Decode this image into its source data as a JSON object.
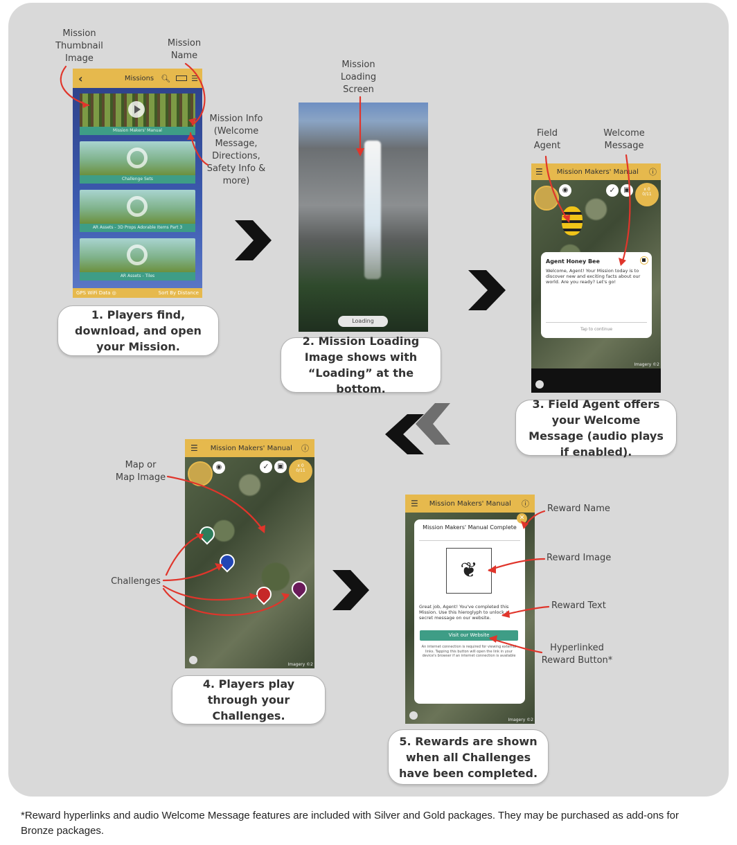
{
  "labels": {
    "thumb": "Mission\nThumbnail\nImage",
    "mission_name": "Mission\nName",
    "mission_info": "Mission Info\n(Welcome\nMessage,\nDirections,\nSafety Info &\nmore)",
    "loading_screen": "Mission\nLoading\nScreen",
    "field_agent": "Field\nAgent",
    "welcome_message": "Welcome\nMessage",
    "map": "Map or\nMap Image",
    "challenges": "Challenges",
    "reward_name": "Reward Name",
    "reward_image": "Reward Image",
    "reward_text": "Reward Text",
    "hyperlinked": "Hyperlinked\nReward Button*"
  },
  "steps": {
    "s1": "1. Players find, download, and open your Mission.",
    "s2": "2. Mission Loading Image shows with “Loading” at the bottom.",
    "s3": "3. Field Agent offers your Welcome Message (audio plays if enabled).",
    "s4": "4. Players play through your Challenges.",
    "s5": "5. Rewards are shown when all Challenges have been completed."
  },
  "phone1": {
    "title": "Missions",
    "cards": [
      "Mission Makers' Manual",
      "Challenge Sets",
      "AR Assets - 3D Props Adorable Items Part 3",
      "AR Assets - Tiles"
    ],
    "footer_left": "GPS  WiFi  Data ◎",
    "footer_right": "Sort By Distance"
  },
  "phone2": {
    "loading": "Loading"
  },
  "phone3": {
    "title": "Mission Makers' Manual",
    "agent_name": "Agent Honey Bee",
    "message": "Welcome, Agent! Your Mission today is to discover new and exciting facts about our world. Are you ready? Let's go!",
    "tap": "Tap to continue",
    "count": "x 0",
    "progress": "0/11",
    "imagery": "Imagery ©2"
  },
  "phone4": {
    "title": "Mission Makers' Manual",
    "count": "x 0",
    "progress": "0/11",
    "imagery": "Imagery ©2"
  },
  "phone5": {
    "title": "Mission Makers' Manual",
    "reward_title": "Mission Makers' Manual Complete",
    "reward_text": "Great job, Agent! You've completed this Mission. Use this hieroglyph to unlock a secret message on our website.",
    "button": "Visit our Website",
    "note": "An internet connection is required for viewing external links. Tapping this button will open the link in your device's browser if an internet connection is available",
    "imagery": "Imagery ©2"
  },
  "footnote": "*Reward hyperlinks and audio Welcome Message features are included with Silver and Gold packages. They may be purchased as add-ons for Bronze packages.",
  "colors": {
    "panel": "#d9d9d9",
    "bar": "#e6b94d",
    "teal": "#3e9d86",
    "arrow": "#e0352b"
  }
}
